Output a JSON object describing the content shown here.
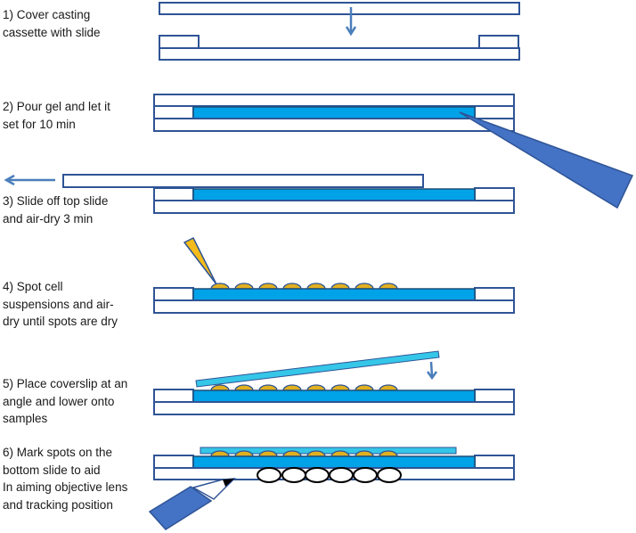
{
  "colors": {
    "outline": "#2f5496",
    "gel": "#00a2e8",
    "gel_outline": "#1f4e79",
    "coverslip": "#35c6e8",
    "sample_spot": "#e0b020",
    "pipette_tip": "#f4bb1a",
    "arrow": "#4a7ebb",
    "slide_fill": "#ffffff",
    "pen_body": "#4472c4",
    "mark_ellipse": "#000000"
  },
  "steps": [
    {
      "lines": [
        "1) Cover casting",
        "cassette with slide"
      ]
    },
    {
      "lines": [
        "2) Pour gel and let it",
        "set for 10 min"
      ]
    },
    {
      "lines": [
        "3) Slide off top slide",
        "and air-dry 3 min"
      ]
    },
    {
      "lines": [
        "4) Spot cell",
        "suspensions and air-",
        "dry until spots are dry"
      ]
    },
    {
      "lines": [
        "5) Place coverslip at an",
        "angle and lower onto",
        "samples"
      ]
    },
    {
      "lines": [
        "6) Mark spots on the",
        "bottom slide to aid",
        "In aiming objective lens",
        "and tracking position"
      ]
    }
  ],
  "icons": {
    "down_arrow": "arrow-down-icon",
    "left_arrow": "arrow-left-icon",
    "pipette": "pipette-tip-icon",
    "pen": "marker-pen-icon"
  }
}
